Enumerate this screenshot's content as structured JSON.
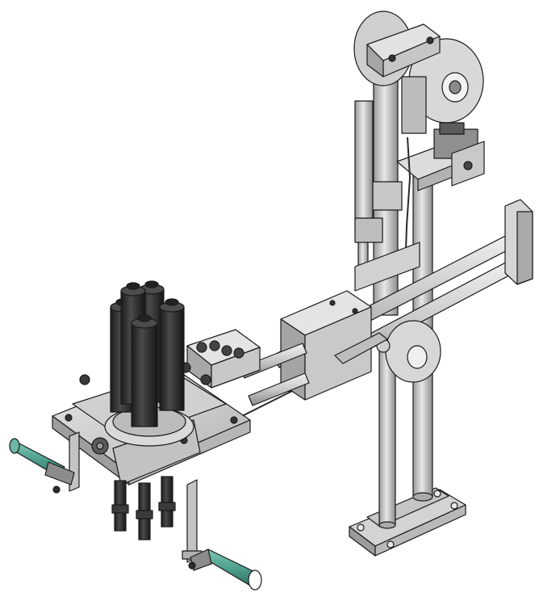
{
  "scene": {
    "kind": "isometric CAD rendering of a multi-spindle nut-runner on an articulated support arm",
    "palette": {
      "metal_light": "#d9d9d9",
      "metal_mid": "#b8b8b8",
      "metal_dark": "#7a7a7a",
      "outline": "#1a1a1a",
      "spindle_body": "#2b2b2b",
      "grip_teal": "#4fa08f",
      "background": "#ffffff"
    },
    "spindle_count": 5,
    "handle_count": 2
  }
}
